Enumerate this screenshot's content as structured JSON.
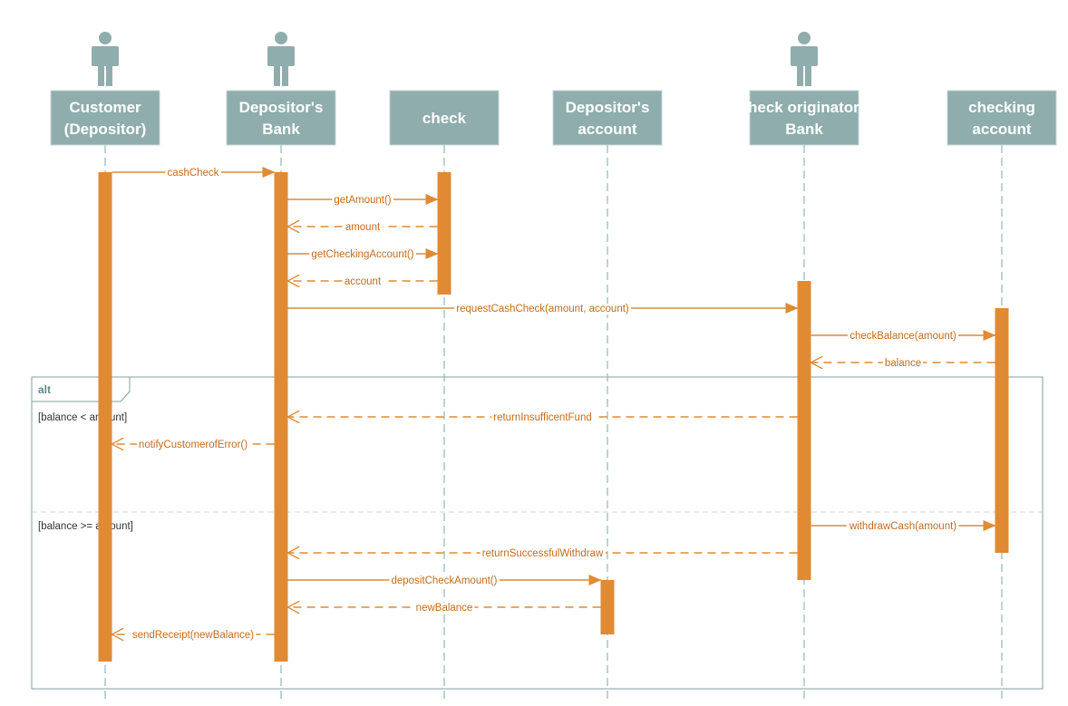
{
  "participants": [
    {
      "id": "customer",
      "lines": [
        "Customer",
        "(Depositor)"
      ],
      "actor": true
    },
    {
      "id": "dbank",
      "lines": [
        "Depositor's",
        "Bank"
      ],
      "actor": true
    },
    {
      "id": "check",
      "lines": [
        "check"
      ],
      "actor": false
    },
    {
      "id": "daccount",
      "lines": [
        "Depositor's",
        "account"
      ],
      "actor": false
    },
    {
      "id": "obank",
      "lines": [
        "Check originator's",
        "Bank"
      ],
      "actor": true
    },
    {
      "id": "caccount",
      "lines": [
        "checking",
        "account"
      ],
      "actor": false
    }
  ],
  "messages": [
    {
      "from": "customer",
      "to": "dbank",
      "label": "cashCheck",
      "kind": "sync"
    },
    {
      "from": "dbank",
      "to": "check",
      "label": "getAmount()",
      "kind": "sync"
    },
    {
      "from": "check",
      "to": "dbank",
      "label": "amount",
      "kind": "reply"
    },
    {
      "from": "dbank",
      "to": "check",
      "label": "getCheckingAccount()",
      "kind": "sync"
    },
    {
      "from": "check",
      "to": "dbank",
      "label": "account",
      "kind": "reply"
    },
    {
      "from": "dbank",
      "to": "obank",
      "label": "requestCashCheck(amount, account)",
      "kind": "sync"
    },
    {
      "from": "obank",
      "to": "caccount",
      "label": "checkBalance(amount)",
      "kind": "sync"
    },
    {
      "from": "caccount",
      "to": "obank",
      "label": "balance",
      "kind": "reply"
    },
    {
      "from": "obank",
      "to": "dbank",
      "label": "returnInsufficentFund",
      "kind": "reply"
    },
    {
      "from": "dbank",
      "to": "customer",
      "label": "notifyCustomerofError()",
      "kind": "reply"
    },
    {
      "from": "obank",
      "to": "caccount",
      "label": "withdrawCash(amount)",
      "kind": "sync"
    },
    {
      "from": "obank",
      "to": "dbank",
      "label": "returnSuccessfulWithdraw",
      "kind": "reply"
    },
    {
      "from": "dbank",
      "to": "daccount",
      "label": "depositCheckAmount()",
      "kind": "sync"
    },
    {
      "from": "daccount",
      "to": "dbank",
      "label": "newBalance",
      "kind": "reply"
    },
    {
      "from": "dbank",
      "to": "customer",
      "label": "sendReceipt(newBalance)",
      "kind": "reply"
    }
  ],
  "fragment": {
    "operator": "alt",
    "guards": [
      "[balance < amount]",
      "[balance >= amount]"
    ]
  },
  "colors": {
    "header": "#8fadad",
    "message": "#e08a33",
    "lifeline": "#8fb8b8"
  }
}
